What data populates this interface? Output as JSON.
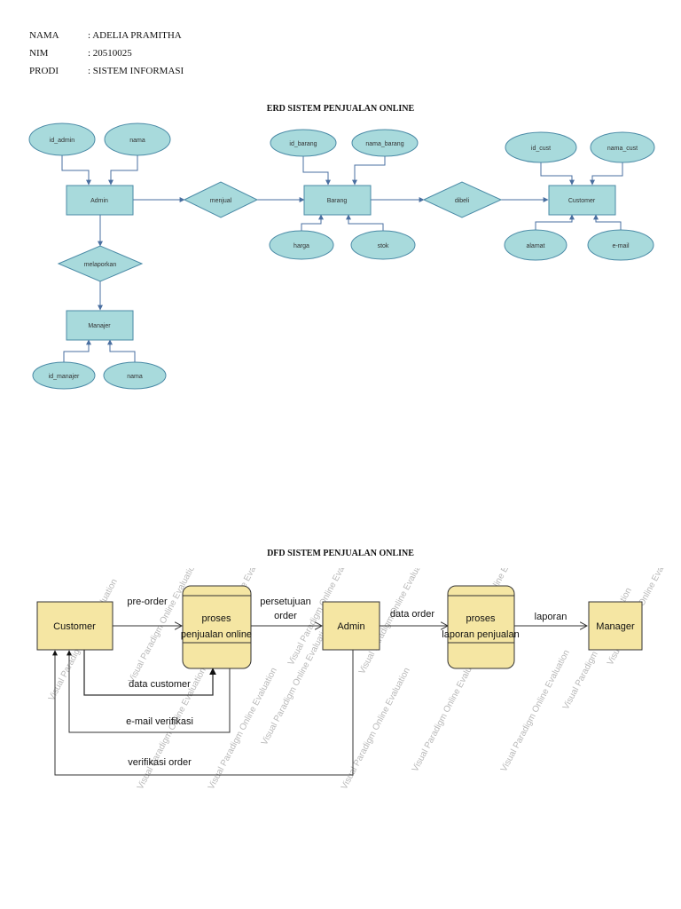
{
  "student": {
    "nama_label": "NAMA",
    "nama_value": ": ADELIA PRAMITHA",
    "nim_label": "NIM",
    "nim_value": ": 20510025",
    "prodi_label": "PRODI",
    "prodi_value": ": SISTEM INFORMASI"
  },
  "erd": {
    "title": "ERD SISTEM PENJUALAN ONLINE",
    "entities": {
      "admin": "Admin",
      "barang": "Barang",
      "customer": "Customer",
      "manajer": "Manajer"
    },
    "relations": {
      "menjual": "menjual",
      "dibeli": "dibeli",
      "melaporkan": "melaporkan"
    },
    "attributes": {
      "id_admin": "id_admin",
      "nama_admin": "nama",
      "id_barang": "id_barang",
      "nama_barang": "nama_barang",
      "harga": "harga",
      "stok": "stok",
      "id_cust": "id_cust",
      "nama_cust": "nama_cust",
      "alamat": "alamat",
      "email": "e-mail",
      "id_manajer": "id_manajer",
      "nama_manajer": "nama"
    }
  },
  "dfd": {
    "title": "DFD SISTEM PENJUALAN ONLINE",
    "entities": {
      "customer": "Customer",
      "admin": "Admin",
      "manager": "Manager"
    },
    "processes": {
      "p1_line1": "proses",
      "p1_line2": "penjualan online",
      "p2_line1": "proses",
      "p2_line2": "laporan penjualan"
    },
    "flows": {
      "pre_order": "pre-order",
      "persetujuan_line1": "persetujuan",
      "persetujuan_line2": "order",
      "data_order": "data order",
      "laporan": "laporan",
      "data_customer": "data customer",
      "email_verifikasi": "e-mail verifikasi",
      "verifikasi_order": "verifikasi order"
    },
    "watermark": "Visual Paradigm Online Evaluation"
  },
  "colors": {
    "erd_fill": "#a8dadc",
    "erd_stroke": "#4a8aa6",
    "erd_line": "#4a6fa0",
    "dfd_fill": "#f5e6a3",
    "dfd_stroke": "#333333",
    "watermark": "#b8b8b8"
  }
}
